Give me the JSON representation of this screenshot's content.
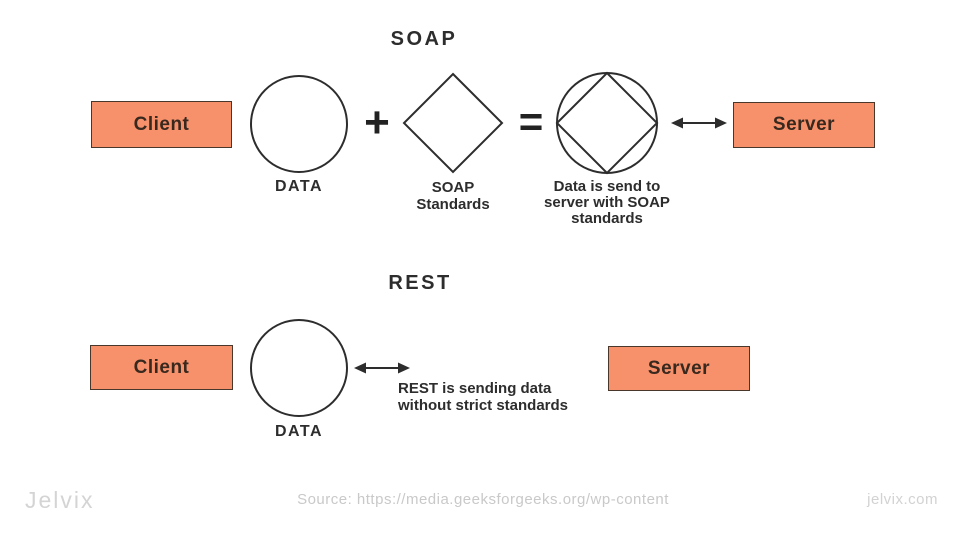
{
  "colors": {
    "background": "#ffffff",
    "box_fill": "#F7916B",
    "box_border": "#4a372b",
    "shape_stroke": "#2d2d2d",
    "text_dark": "#2d2d2d",
    "footer_gray": "#c9c9c9"
  },
  "soap": {
    "title": "SOAP",
    "client_label": "Client",
    "data_label": "DATA",
    "plus_symbol": "+",
    "standards_label": "SOAP\nStandards",
    "equals_symbol": "=",
    "result_caption": "Data is send to\nserver with SOAP\nstandards",
    "server_label": "Server"
  },
  "rest": {
    "title": "REST",
    "client_label": "Client",
    "data_label": "DATA",
    "caption": "REST is sending data\nwithout strict standards",
    "server_label": "Server"
  },
  "footer": {
    "logo_text": "Jelvix",
    "source_text": "Source: https://media.geeksforgeeks.org/wp-content",
    "website_text": "jelvix.com"
  },
  "icons": {
    "data_shape": "circle",
    "standards_shape": "diamond",
    "result_shape": "circle-with-inscribed-diamond",
    "transfer_arrow": "double-headed-arrow"
  }
}
